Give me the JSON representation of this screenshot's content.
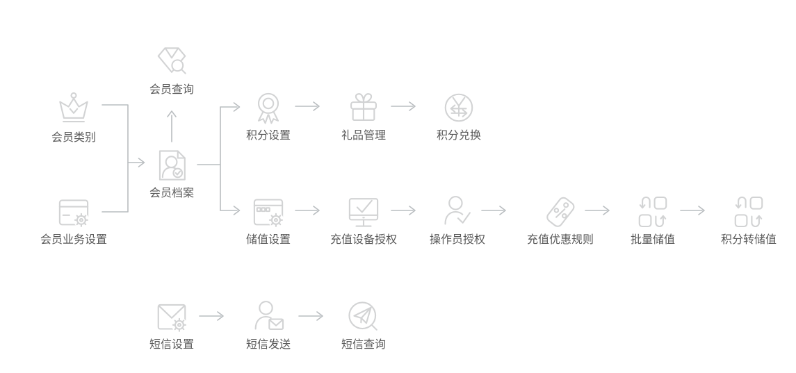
{
  "page": {
    "background": "#ffffff",
    "title": "会员管理流程图"
  },
  "colors": {
    "icon": "#d2d3d4",
    "connector": "#b9bdc0",
    "label": "#595959"
  },
  "nodes": [
    {
      "id": "member-category",
      "label": "会员类别",
      "icon": "crown"
    },
    {
      "id": "member-business-settings",
      "label": "会员业务设置",
      "icon": "card-gear"
    },
    {
      "id": "member-query",
      "label": "会员查询",
      "icon": "gem-search"
    },
    {
      "id": "member-profile",
      "label": "会员档案",
      "icon": "profile-document"
    },
    {
      "id": "points-settings",
      "label": "积分设置",
      "icon": "medal"
    },
    {
      "id": "gift-management",
      "label": "礼品管理",
      "icon": "gift"
    },
    {
      "id": "points-exchange",
      "label": "积分兑换",
      "icon": "yuan-exchange"
    },
    {
      "id": "stored-value-settings",
      "label": "储值设置",
      "icon": "window-gear"
    },
    {
      "id": "recharge-device-auth",
      "label": "充值设备授权",
      "icon": "monitor-check"
    },
    {
      "id": "operator-auth",
      "label": "操作员授权",
      "icon": "person-check"
    },
    {
      "id": "recharge-discount-rules",
      "label": "充值优惠规则",
      "icon": "tag-percent"
    },
    {
      "id": "batch-stored-value",
      "label": "批量储值",
      "icon": "swap"
    },
    {
      "id": "points-to-stored-value",
      "label": "积分转储值",
      "icon": "swap"
    },
    {
      "id": "sms-settings",
      "label": "短信设置",
      "icon": "mail-gear"
    },
    {
      "id": "sms-send",
      "label": "短信发送",
      "icon": "person-mail"
    },
    {
      "id": "sms-query",
      "label": "短信查询",
      "icon": "paper-plane-search"
    }
  ],
  "edges": [
    {
      "from": "member-category",
      "to": "member-profile"
    },
    {
      "from": "member-business-settings",
      "to": "member-profile"
    },
    {
      "from": "member-profile",
      "to": "member-query"
    },
    {
      "from": "member-profile",
      "to": "points-settings"
    },
    {
      "from": "member-profile",
      "to": "stored-value-settings"
    },
    {
      "from": "points-settings",
      "to": "gift-management"
    },
    {
      "from": "gift-management",
      "to": "points-exchange"
    },
    {
      "from": "stored-value-settings",
      "to": "recharge-device-auth"
    },
    {
      "from": "recharge-device-auth",
      "to": "operator-auth"
    },
    {
      "from": "operator-auth",
      "to": "recharge-discount-rules"
    },
    {
      "from": "recharge-discount-rules",
      "to": "batch-stored-value"
    },
    {
      "from": "batch-stored-value",
      "to": "points-to-stored-value"
    },
    {
      "from": "sms-settings",
      "to": "sms-send"
    },
    {
      "from": "sms-send",
      "to": "sms-query"
    }
  ]
}
